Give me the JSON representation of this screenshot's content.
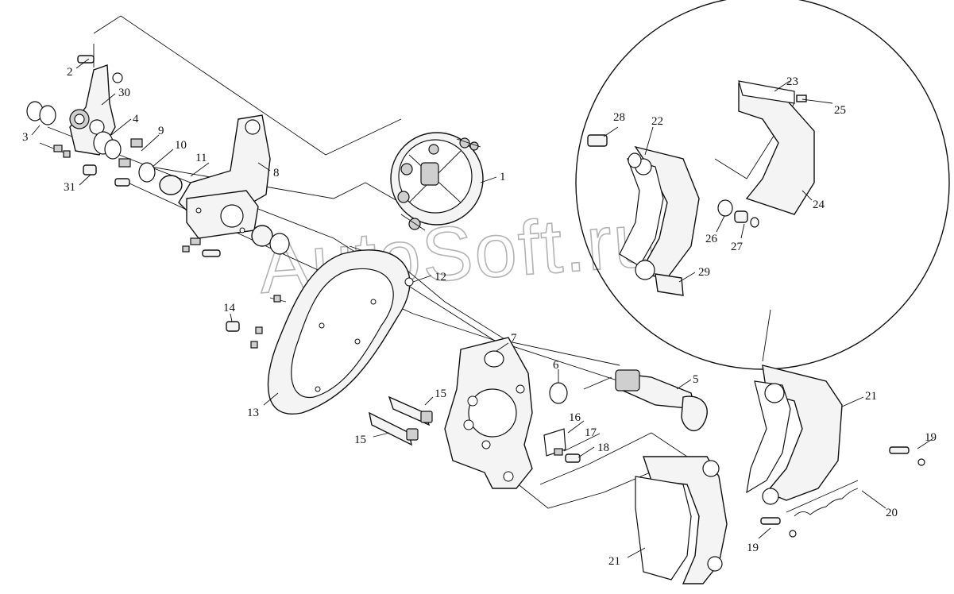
{
  "watermark": "AutoSoft.ru",
  "callouts": [
    {
      "id": "c1",
      "text": "1"
    },
    {
      "id": "c2",
      "text": "2"
    },
    {
      "id": "c3",
      "text": "3"
    },
    {
      "id": "c4",
      "text": "4"
    },
    {
      "id": "c5",
      "text": "5"
    },
    {
      "id": "c6",
      "text": "6"
    },
    {
      "id": "c7",
      "text": "7"
    },
    {
      "id": "c8",
      "text": "8"
    },
    {
      "id": "c9",
      "text": "9"
    },
    {
      "id": "c10",
      "text": "10"
    },
    {
      "id": "c11",
      "text": "11"
    },
    {
      "id": "c12",
      "text": "12"
    },
    {
      "id": "c13",
      "text": "13"
    },
    {
      "id": "c14",
      "text": "14"
    },
    {
      "id": "c15a",
      "text": "15"
    },
    {
      "id": "c15b",
      "text": "15"
    },
    {
      "id": "c16",
      "text": "16"
    },
    {
      "id": "c17",
      "text": "17"
    },
    {
      "id": "c18",
      "text": "18"
    },
    {
      "id": "c19a",
      "text": "19"
    },
    {
      "id": "c19b",
      "text": "19"
    },
    {
      "id": "c20",
      "text": "20"
    },
    {
      "id": "c21a",
      "text": "21"
    },
    {
      "id": "c21b",
      "text": "21"
    },
    {
      "id": "c22",
      "text": "22"
    },
    {
      "id": "c23",
      "text": "23"
    },
    {
      "id": "c24",
      "text": "24"
    },
    {
      "id": "c25",
      "text": "25"
    },
    {
      "id": "c26",
      "text": "26"
    },
    {
      "id": "c27",
      "text": "27"
    },
    {
      "id": "c28",
      "text": "28"
    },
    {
      "id": "c29",
      "text": "29"
    },
    {
      "id": "c30",
      "text": "30"
    },
    {
      "id": "c31",
      "text": "31"
    }
  ]
}
